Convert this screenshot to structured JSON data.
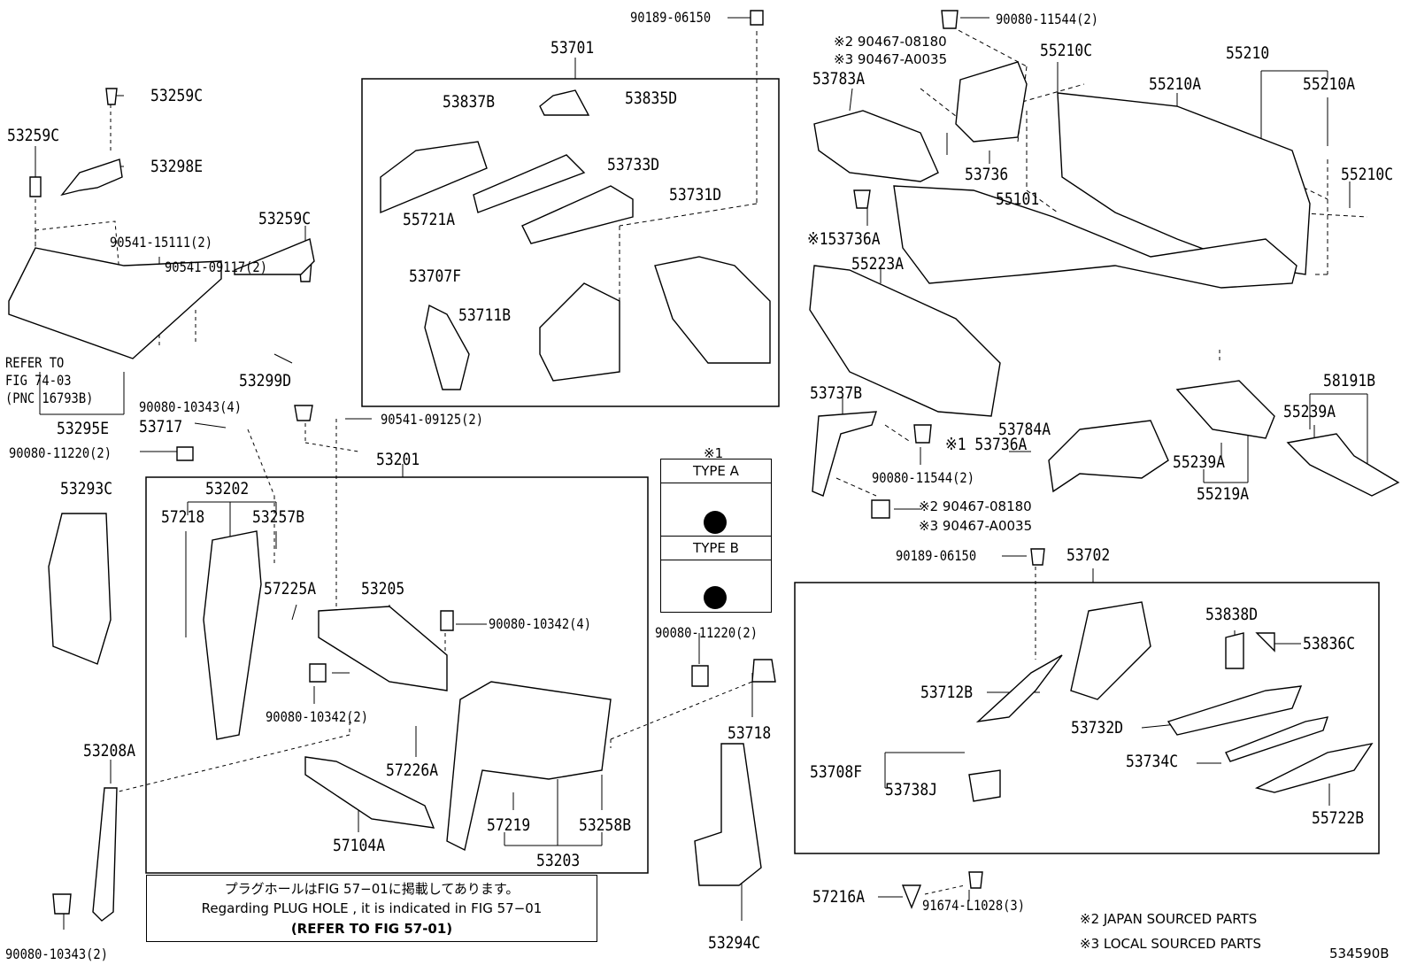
{
  "diagram_id": "534590B",
  "plug_note": {
    "jp": "プラグホールはFIG 57−01に掲載してあります。",
    "en": "Regarding  PLUG  HOLE , it is indicated in FIG 57−01",
    "ref": "(REFER TO FIG 57-01)"
  },
  "type_legend": {
    "marker": "※1",
    "type_a": "TYPE A",
    "type_b": "TYPE B"
  },
  "footnotes": {
    "japan": "※2 JAPAN SOURCED PARTS",
    "local": "※3 LOCAL SOURCED PARTS"
  },
  "labels": {
    "p90189_06150_top": "90189-06150",
    "p53701": "53701",
    "p53837B": "53837B",
    "p53835D": "53835D",
    "p53733D": "53733D",
    "p53731D": "53731D",
    "p55721A": "55721A",
    "p53707F": "53707F",
    "p53711B": "53711B",
    "p53259C_a": "53259C",
    "p53259C_b": "53259C",
    "p53298E": "53298E",
    "p53259C_c": "53259C",
    "p90541_15111": "90541-15111(2)",
    "p90541_09117": "90541-09117(2)",
    "ref_fig_1": "REFER TO",
    "ref_fig_2": "FIG 74-03",
    "ref_fig_3": "(PNC 16793B)",
    "p53299D": "53299D",
    "p53295E": "53295E",
    "p90080_10343_4": "90080-10343(4)",
    "p53717": "53717",
    "p90541_09125": "90541-09125(2)",
    "p90080_11220_left": "90080-11220(2)",
    "p53201": "53201",
    "p53293C": "53293C",
    "p53202": "53202",
    "p57218": "57218",
    "p53257B": "53257B",
    "p57225A": "57225A",
    "p53205": "53205",
    "p90080_10342_4": "90080-10342(4)",
    "p90080_10342_2": "90080-10342(2)",
    "p57226A": "57226A",
    "p57219": "57219",
    "p53258B": "53258B",
    "p57104A": "57104A",
    "p53203": "53203",
    "p53208A": "53208A",
    "p90080_10343_2": "90080-10343(2)",
    "p90080_11220_mid": "90080-11220(2)",
    "p53718": "53718",
    "p53294C": "53294C",
    "p57216A": "57216A",
    "p91674_L1028": "91674-L1028(3)",
    "p90080_11544_top": "90080-11544(2)",
    "p90467_08180_top": "※2 90467-08180",
    "p90467_A0035_top": "※3 90467-A0035",
    "p53783A": "53783A",
    "p55210C_a": "55210C",
    "p55210": "55210",
    "p55210A_a": "55210A",
    "p55210A_b": "55210A",
    "p53736": "53736",
    "p55210C_b": "55210C",
    "p55101": "55101",
    "p53736A_1": "※153736A",
    "p55223A": "55223A",
    "p53737B": "53737B",
    "p53784A": "53784A",
    "p53736A_2": "※1 53736A",
    "p90080_11544_mid": "90080-11544(2)",
    "p58191B": "58191B",
    "p55239A_a": "55239A",
    "p55239A_b": "55239A",
    "p55219A": "55219A",
    "p90467_08180_mid": "※2 90467-08180",
    "p90467_A0035_mid": "※3 90467-A0035",
    "p90189_06150_mid": "90189-06150",
    "p53702": "53702",
    "p53838D": "53838D",
    "p53836C": "53836C",
    "p53712B": "53712B",
    "p53732D": "53732D",
    "p53734C": "53734C",
    "p53708F": "53708F",
    "p53738J": "53738J",
    "p55722B": "55722B"
  }
}
